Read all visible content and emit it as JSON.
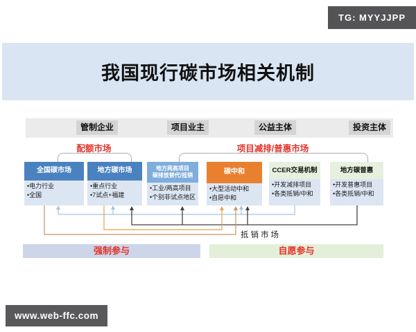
{
  "badges": {
    "telegram": "TG: MYYJJPP",
    "website": "www.web-ffc.com"
  },
  "title": "我国现行碳市场相关机制",
  "actors": [
    "管制企业",
    "项目业主",
    "公益主体",
    "投资主体"
  ],
  "market_labels": {
    "quota": "配额市场",
    "project": "项目减排/普惠市场"
  },
  "boxes": [
    {
      "title": "全国碳市场",
      "bullets": [
        "•电力行业",
        "•全国"
      ]
    },
    {
      "title": "地方碳市场",
      "bullets": [
        "•重点行业",
        "•7试点+福建"
      ]
    },
    {
      "title": "地方两高项目",
      "title2": "碳排放替代/抵销",
      "bullets": [
        "•工业/两高项目",
        "•个别非试点地区"
      ]
    },
    {
      "title": "碳中和",
      "bullets": [
        "•大型活动中和",
        "•自愿中和"
      ]
    },
    {
      "title": "CCER交易机制",
      "bullets": [
        "•开发减排项目",
        "•各类抵销/中和"
      ]
    },
    {
      "title": "地方碳普惠",
      "bullets": [
        "•开发普惠项目",
        "•各类抵销/中和"
      ]
    }
  ],
  "offset_market_label": "抵销市场",
  "participation": {
    "mandatory": "强制参与",
    "voluntary": "自愿参与"
  },
  "colors": {
    "title_band": "#d9e5f2",
    "header_blue": "#4a82c0",
    "header_light_blue": "#7faedc",
    "header_orange": "#e8802f",
    "header_green": "#e6f0de",
    "box_body": "#dce6f2",
    "actor_band": "#ebebeb",
    "actor_chip": "#d4d4d4",
    "red_label": "#e5322b",
    "mandatory_bar": "#cdd6e9",
    "voluntary_bar": "#e3efd9",
    "line_blue": "#9dc3e6",
    "line_black": "#404040",
    "line_orange": "#e8a14e",
    "line_tan": "#c89263",
    "badge_bg": "#545457"
  }
}
